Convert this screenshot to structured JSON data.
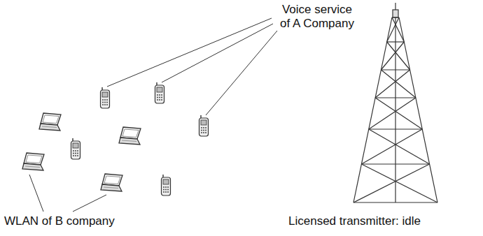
{
  "diagram": {
    "labels": [
      "Voice service of A Company",
      "WLAN of B company",
      "Licensed transmitter: idle"
    ]
  }
}
